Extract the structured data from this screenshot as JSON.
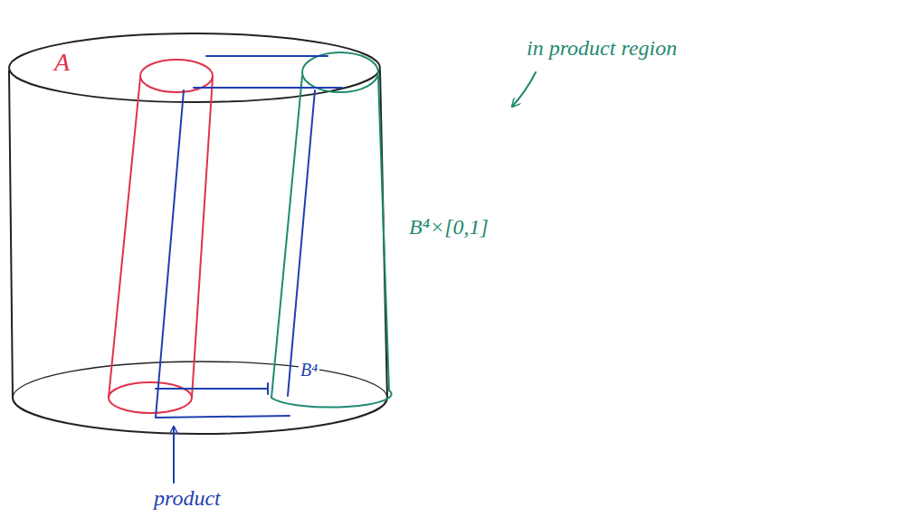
{
  "diagram": {
    "labels": [
      "A",
      "in product region",
      "B⁴×[0,1]",
      "B⁴",
      "product"
    ]
  }
}
